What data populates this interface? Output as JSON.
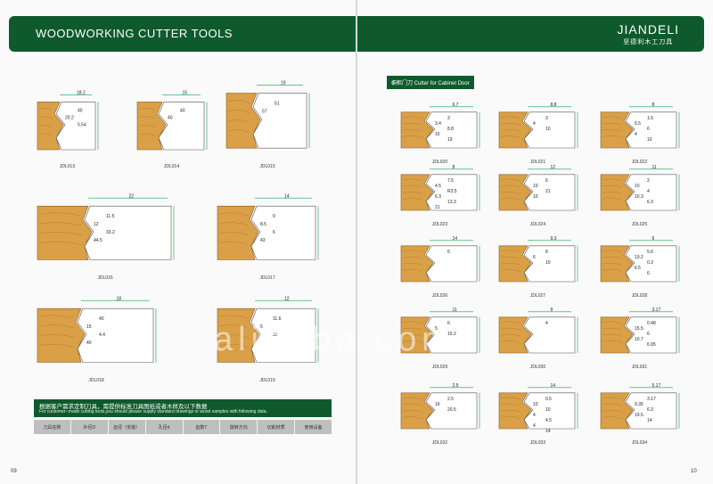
{
  "left_banner": {
    "title": "WOODWORKING CUTTER TOOLS"
  },
  "right_banner": {
    "brand": "JIANDELI",
    "brand_sub": "坚德利木工刀具"
  },
  "section_tag": "橱柜门刀 Cutter for Cabinet Door",
  "left_items": [
    {
      "code": "JDL013",
      "dims": [
        "18.2",
        "40",
        "20.2",
        "5.54"
      ]
    },
    {
      "code": "JDL014",
      "dims": [
        "15",
        "40",
        "40"
      ]
    },
    {
      "code": "JDL015",
      "dims": [
        "19",
        "51",
        "57"
      ]
    },
    {
      "code": "JDL016",
      "dims": [
        "22",
        "11.5",
        "12",
        "33.2",
        "44.5"
      ]
    },
    {
      "code": "JDL017",
      "dims": [
        "14",
        "9",
        "8.5",
        "6",
        "43"
      ]
    },
    {
      "code": "JDL018",
      "dims": [
        "18",
        "40",
        "15",
        "4.4",
        "40"
      ]
    },
    {
      "code": "JDL019",
      "dims": [
        "12",
        "11.6",
        "5",
        "35"
      ]
    }
  ],
  "right_items": [
    {
      "code": "JDL020",
      "dims": [
        "6.7",
        "3",
        "3.4",
        "8.8",
        "16",
        "19"
      ]
    },
    {
      "code": "JDL021",
      "dims": [
        "8.8",
        "3",
        "4",
        "10"
      ]
    },
    {
      "code": "JDL022",
      "dims": [
        "8",
        "1.5",
        "6.5",
        "6",
        "4",
        "10"
      ]
    },
    {
      "code": "JDL023",
      "dims": [
        "8",
        "7.5",
        "4.5",
        "R3.5",
        "6.3",
        "13.3",
        "21"
      ]
    },
    {
      "code": "JDL024",
      "dims": [
        "12",
        "6",
        "10",
        "21",
        "10"
      ]
    },
    {
      "code": "JDL025",
      "dims": [
        "11",
        "2",
        "10",
        "4",
        "10.3",
        "6.3"
      ]
    },
    {
      "code": "JDL026",
      "dims": [
        "14",
        "6"
      ]
    },
    {
      "code": "JDL027",
      "dims": [
        "9.3",
        "8",
        "6",
        "10"
      ]
    },
    {
      "code": "JDL028",
      "dims": [
        "6",
        "5.6",
        "19.2",
        "0.3",
        "6.5",
        "6"
      ]
    },
    {
      "code": "JDL029",
      "dims": [
        "11",
        "6",
        "5",
        "15.2"
      ]
    },
    {
      "code": "JDL030",
      "dims": [
        "9",
        "4"
      ]
    },
    {
      "code": "JDL031",
      "dims": [
        "3.17",
        "0.48",
        "15.5",
        "6",
        "10.7",
        "6.95"
      ]
    },
    {
      "code": "JDL032",
      "dims": [
        "2.5",
        "2.5",
        "16",
        "20.5"
      ]
    },
    {
      "code": "JDL033",
      "dims": [
        "14",
        "0.5",
        "10",
        "10",
        "4",
        "4.5",
        "4",
        "14"
      ]
    },
    {
      "code": "JDL034",
      "dims": [
        "5.17",
        "3.17",
        "9.35",
        "6.3",
        "19.5",
        "14"
      ]
    }
  ],
  "note": {
    "cn": "根据客户需求定制刀具，需提供标准刀具图纸或者木样及以下数据",
    "en": "For customer--made cutting tools,you should please supply standard drawings or wood samples with following data."
  },
  "table_headers": [
    "刀具名称",
    "外径D",
    "齿径（安装）",
    "孔径d",
    "齿数T",
    "旋转方向",
    "切削材质",
    "使用设备"
  ],
  "page_numbers": {
    "left": "09",
    "right": "10"
  },
  "watermark": "alibaba.com",
  "colors": {
    "banner": "#0f5a2d",
    "wood": "#d9a047",
    "dim": "#16a34a"
  }
}
